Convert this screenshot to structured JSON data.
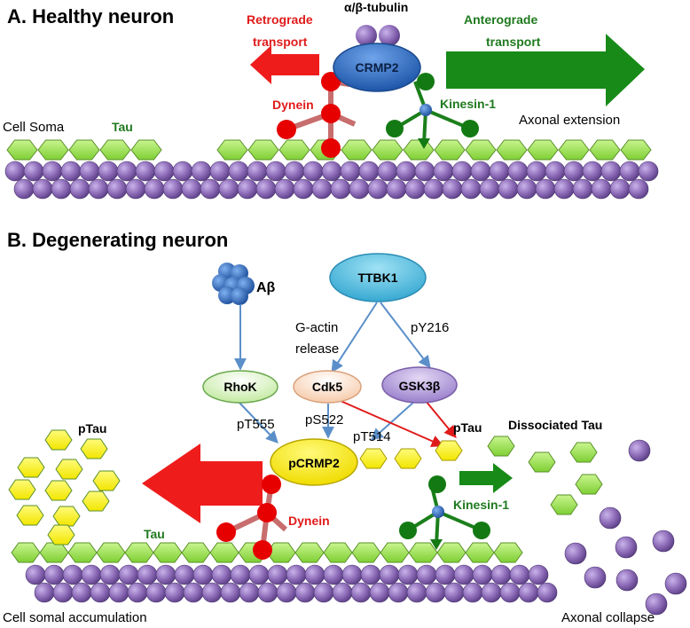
{
  "panel_a": {
    "title": "A. Healthy neuron",
    "tubulin_label": "α/β-tubulin",
    "crmp2_label": "CRMP2",
    "retrograde_label": "Retrograde\ntransport",
    "anterograde_label": "Anterograde\ntransport",
    "dynein_label": "Dynein",
    "kinesin_label": "Kinesin-1",
    "soma_label": "Cell Soma",
    "tau_label": "Tau",
    "axonal_label": "Axonal extension"
  },
  "panel_b": {
    "title": "B. Degenerating neuron",
    "abeta_label": "Aβ",
    "ttbk1_label": "TTBK1",
    "gactin_label": "G-actin\nrelease",
    "py216_label": "pY216",
    "rhok_label": "RhoK",
    "cdk5_label": "Cdk5",
    "gsk3b_label": "GSK3β",
    "pt555_label": "pT555",
    "ps522_label": "pS522",
    "pt514_label": "pT514",
    "ptau_center_label": "pTau",
    "ptau_left_label": "pTau",
    "dissociated_label": "Dissociated Tau",
    "pcrmp2_label": "pCRMP2",
    "dynein_label": "Dynein",
    "kinesin_label": "Kinesin-1",
    "tau_label": "Tau",
    "soma_accum_label": "Cell somal accumulation",
    "collapse_label": "Axonal collapse"
  },
  "colors": {
    "tubulin": "#8a68b5",
    "tau": "#9be64e",
    "ptau": "#fbf205",
    "dynein": "#e21a1a",
    "kinesin": "#1b7f1b",
    "crmp2": "#2f6fc6",
    "ttbk1": "#45b7dd",
    "rhok": "#dff6c8",
    "cdk5": "#fbe0c8",
    "gsk3b": "#b09ad8"
  }
}
